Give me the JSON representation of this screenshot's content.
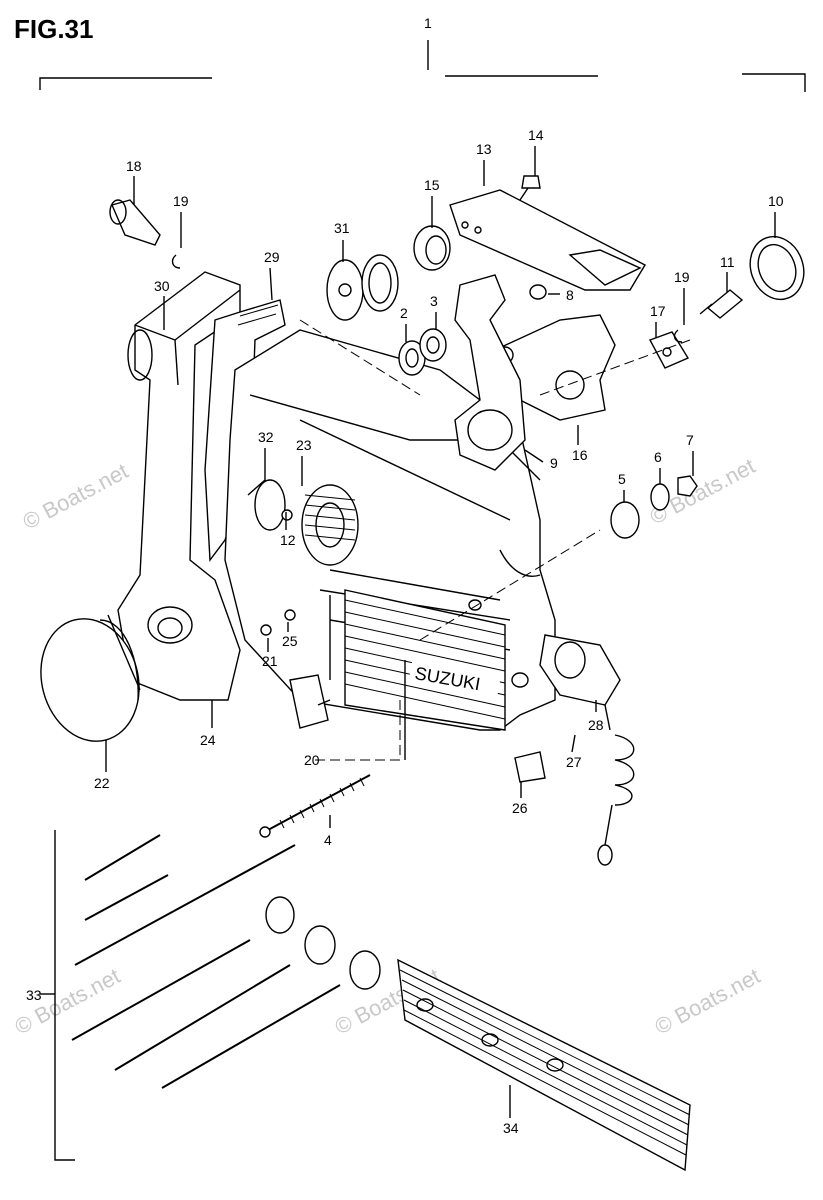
{
  "figure": {
    "title": "FIG.31"
  },
  "watermark": "© Boats.net",
  "colors": {
    "ink": "#000000",
    "paper": "#ffffff",
    "watermark": "#c8c8c8"
  },
  "parts": [
    {
      "num": "1"
    },
    {
      "num": "2"
    },
    {
      "num": "3"
    },
    {
      "num": "4"
    },
    {
      "num": "5"
    },
    {
      "num": "6"
    },
    {
      "num": "7"
    },
    {
      "num": "8"
    },
    {
      "num": "9"
    },
    {
      "num": "10"
    },
    {
      "num": "11"
    },
    {
      "num": "12"
    },
    {
      "num": "13"
    },
    {
      "num": "14"
    },
    {
      "num": "15"
    },
    {
      "num": "16"
    },
    {
      "num": "17"
    },
    {
      "num": "18"
    },
    {
      "num": "19"
    },
    {
      "num": "19"
    },
    {
      "num": "20"
    },
    {
      "num": "21"
    },
    {
      "num": "22"
    },
    {
      "num": "23"
    },
    {
      "num": "24"
    },
    {
      "num": "25"
    },
    {
      "num": "26"
    },
    {
      "num": "27"
    },
    {
      "num": "28"
    },
    {
      "num": "29"
    },
    {
      "num": "30"
    },
    {
      "num": "31"
    },
    {
      "num": "32"
    },
    {
      "num": "33"
    },
    {
      "num": "34"
    }
  ],
  "decals": {
    "body_brand": "SUZUKI"
  }
}
